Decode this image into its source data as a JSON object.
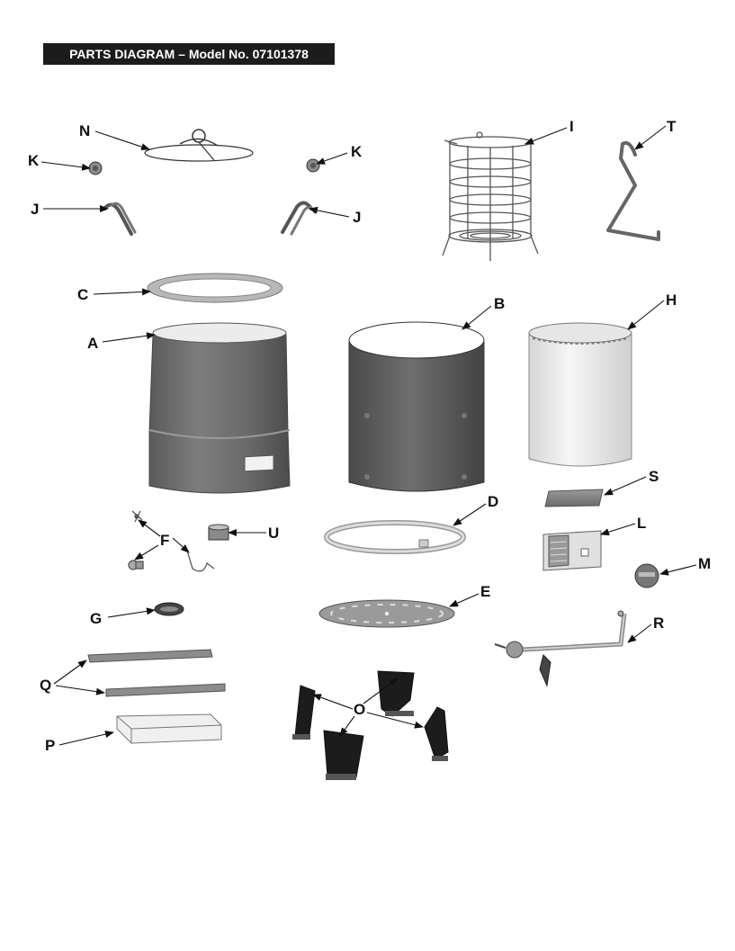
{
  "title": "PARTS DIAGRAM – Model No. 07101378",
  "labels": {
    "A": "A",
    "B": "B",
    "C": "C",
    "D": "D",
    "E": "E",
    "F": "F",
    "G": "G",
    "H": "H",
    "I": "I",
    "J": "J",
    "K": "K",
    "L": "L",
    "M": "M",
    "N": "N",
    "O": "O",
    "P": "P",
    "Q": "Q",
    "R": "R",
    "S": "S",
    "T": "T",
    "U": "U"
  }
}
